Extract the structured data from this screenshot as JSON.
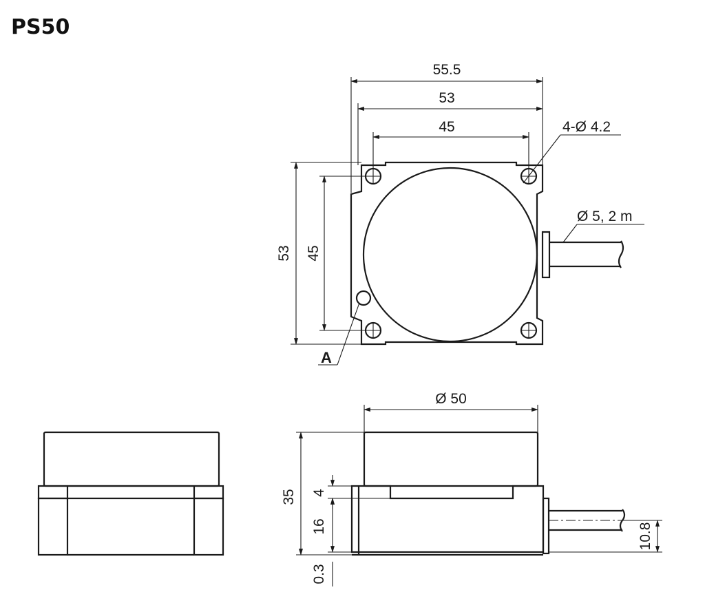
{
  "title": "PS50",
  "front_view": {
    "dim_overall_width": "55.5",
    "dim_body_width": "53",
    "dim_hole_spacing_x": "45",
    "dim_hole_callout": "4-Ø 4.2",
    "dim_cable": "Ø 5, 2 m",
    "dim_height": "53",
    "dim_hole_spacing_y": "45",
    "label_a": "A"
  },
  "side_view": {
    "dim_face_diameter": "Ø 50",
    "dim_total_height": "35",
    "dim_step": "4",
    "dim_base": "16",
    "dim_gap": "0.3",
    "dim_cable_height": "10.8"
  }
}
